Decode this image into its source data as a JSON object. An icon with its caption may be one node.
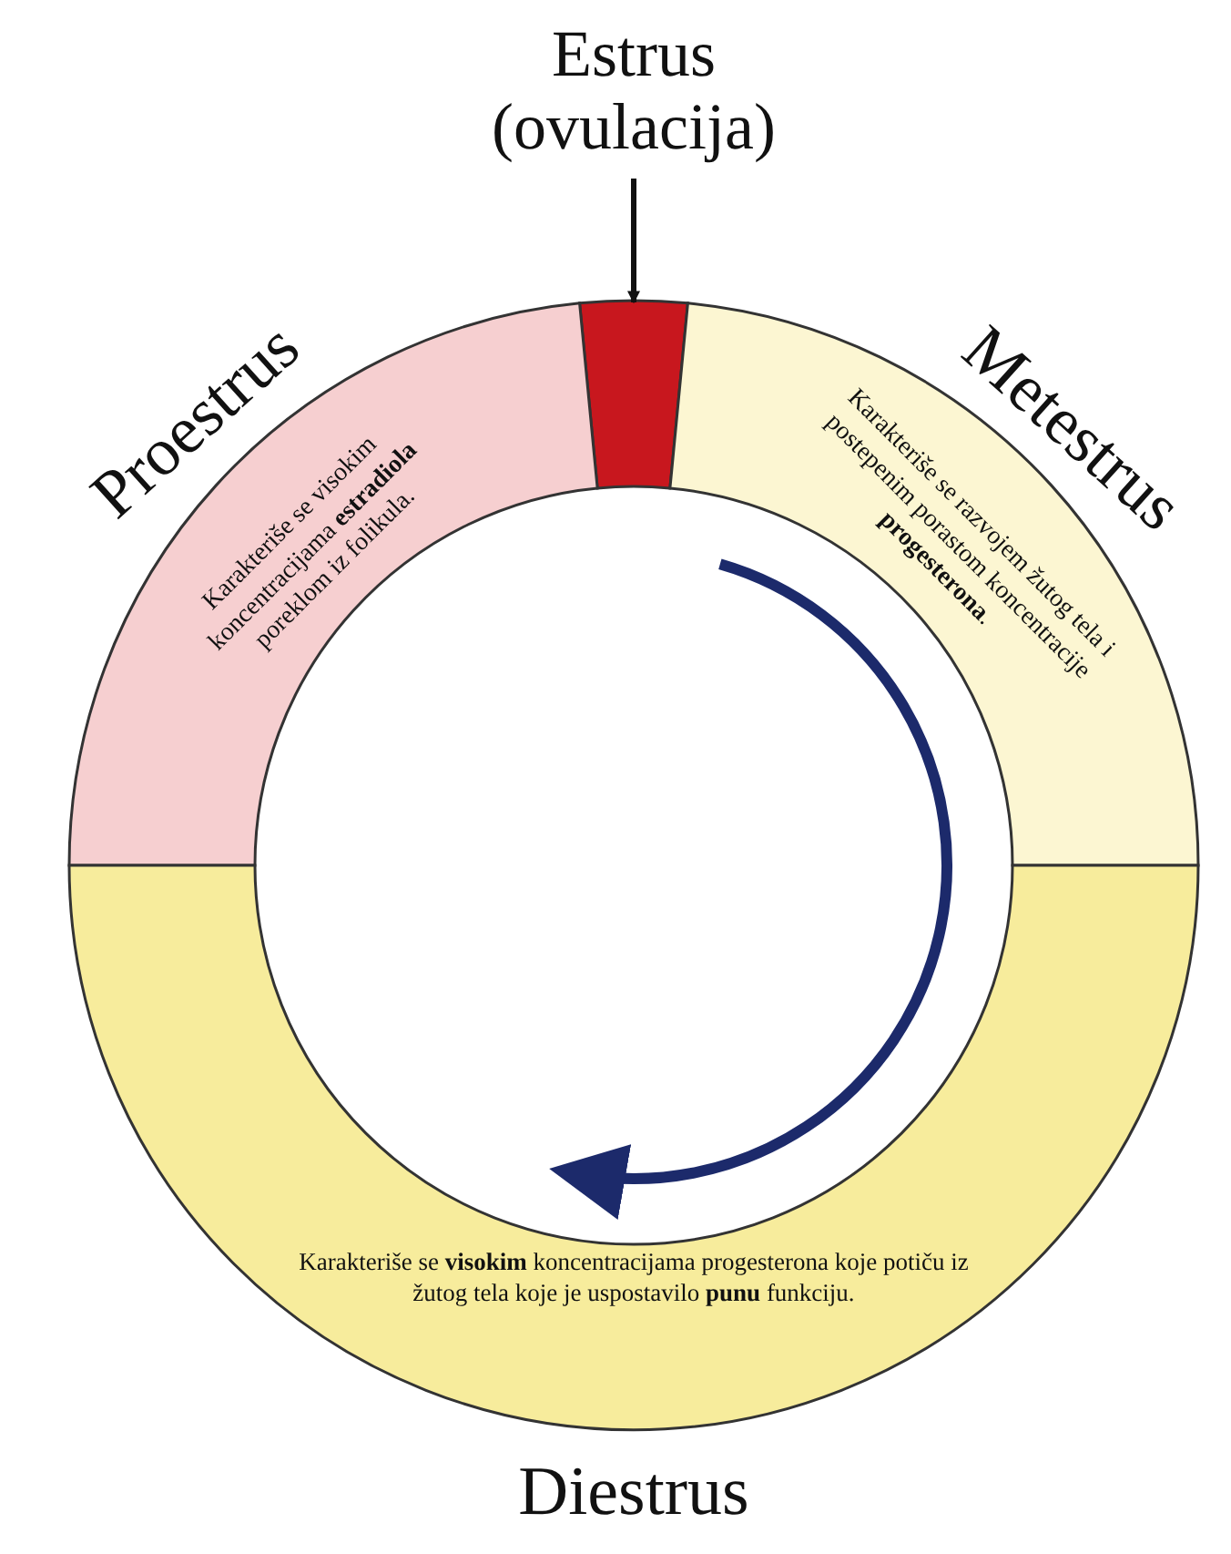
{
  "diagram": {
    "nodes": [
      {
        "text": [
          "Estrus (ovulacija)"
        ]
      },
      {
        "text": [],
        "shape": "bar"
      },
      {
        "text": [
          "Proestrus",
          "Karakteriše se visokim koncentracijama **estradiola** poreklom iz folikula."
        ]
      },
      {
        "text": [
          "Metestrus",
          "Karakteriše se razvojem žutog tela i postepenim porastom koncentracije **progesterona**."
        ]
      },
      {
        "text": [
          "Karakteriše se **visokim** koncentracijama progesterona koje potiču iz žutog tela koje je uspostavilo **punu** funkciju.",
          "Diestrus"
        ]
      }
    ],
    "edges": [
      {
        "from": 0,
        "to": 1,
        "arrow": "to"
      }
    ]
  }
}
